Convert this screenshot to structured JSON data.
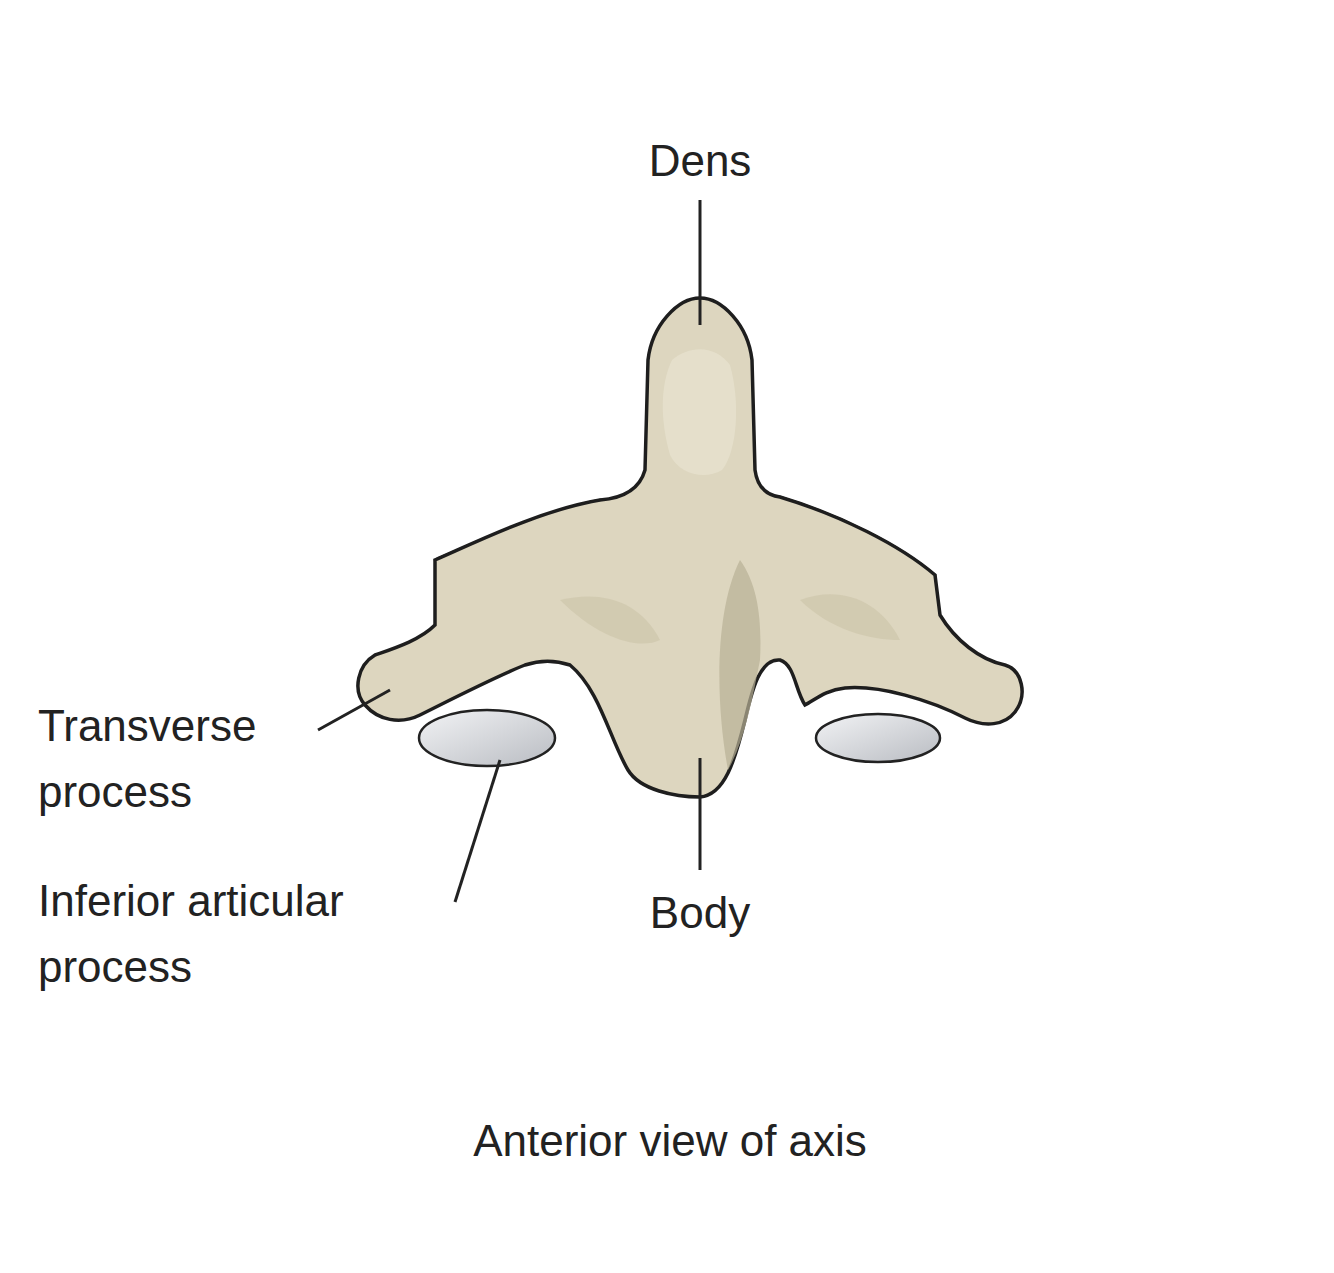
{
  "diagram": {
    "caption": "Anterior view of axis",
    "labels": [
      "Dens",
      "Transverse process",
      "Inferior articular process",
      "Body"
    ]
  }
}
